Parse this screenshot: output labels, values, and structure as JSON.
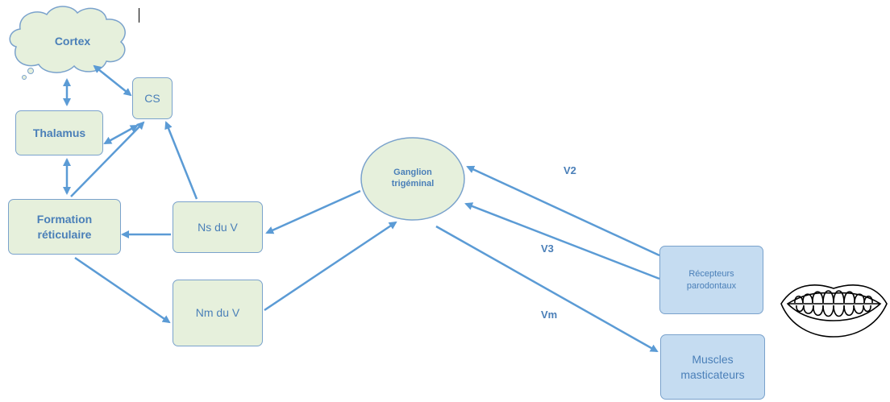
{
  "nodes": {
    "cortex": "Cortex",
    "cs": "CS",
    "thalamus": "Thalamus",
    "formation_line1": "Formation",
    "formation_line2": "réticulaire",
    "ns_du_v": "Ns du V",
    "nm_du_v": "Nm du V",
    "ganglion_line1": "Ganglion",
    "ganglion_line2": "trigéminal",
    "recepteurs_line1": "Récepteurs",
    "recepteurs_line2": "parodontaux",
    "muscles_line1": "Muscles",
    "muscles_line2": "masticateurs"
  },
  "edge_labels": {
    "v2": "V2",
    "v3": "V3",
    "vm": "Vm"
  },
  "colors": {
    "arrow": "#5b9bd5",
    "green_fill": "#e6f0dc",
    "blue_fill": "#c5dcf1",
    "border": "#7aa2cc",
    "text": "#4a7fb8"
  },
  "icons": [
    "teeth-icon"
  ]
}
